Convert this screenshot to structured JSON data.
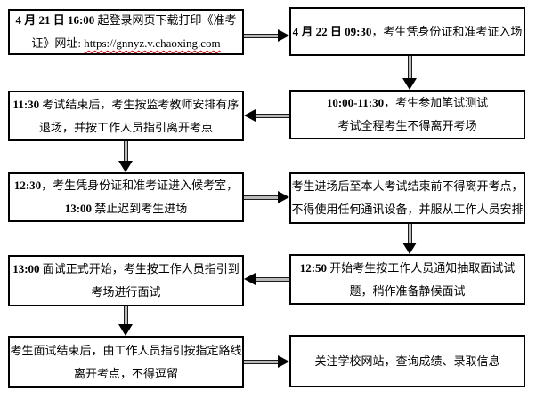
{
  "colors": {
    "background": "#ffffff",
    "box_border": "#000000",
    "text": "#000000",
    "arrow_head": "#000000",
    "arrow_shaft_fill": "#b9b9b9",
    "url_squiggle": "#d40000"
  },
  "flowchart": {
    "boxes": [
      {
        "name": "download-print-admission-ticket",
        "lines": [
          [
            {
              "t": "4 月 21 日 16:00",
              "b": true
            },
            {
              "t": " 起登录网页下载打印《准考",
              "b": false
            }
          ],
          [
            {
              "t": "证》网址: ",
              "b": false
            },
            {
              "t": "https://gnnyz.v.chaoxing.com",
              "b": false,
              "u": true
            }
          ]
        ]
      },
      {
        "name": "entry-with-id-and-ticket",
        "lines": [
          [
            {
              "t": "4 月 22 日 09:30",
              "b": true
            },
            {
              "t": "，考生凭身份证和准考证入场",
              "b": false
            }
          ]
        ]
      },
      {
        "name": "exam-end-orderly-exit",
        "lines": [
          [
            {
              "t": "11:30",
              "b": true
            },
            {
              "t": " 考试结束后，考生按监考教师安排有序",
              "b": false
            }
          ],
          [
            {
              "t": "退场，并按工作人员指引离开考点",
              "b": false
            }
          ]
        ]
      },
      {
        "name": "written-test",
        "lines": [
          [
            {
              "t": "10:00-11:30",
              "b": true
            },
            {
              "t": "，考生参加笔试测试",
              "b": false
            }
          ],
          [
            {
              "t": "考试全程考生不得离开考场",
              "b": false
            }
          ]
        ]
      },
      {
        "name": "enter-waiting-room",
        "lines": [
          [
            {
              "t": "12:30",
              "b": true
            },
            {
              "t": "，考生凭身份证和准考证进入候考室，",
              "b": false
            }
          ],
          [
            {
              "t": "13:00",
              "b": true
            },
            {
              "t": " 禁止迟到考生进场",
              "b": false
            }
          ]
        ]
      },
      {
        "name": "no-leaving-no-devices",
        "lines": [
          [
            {
              "t": "考生进场后至本人考试结束前不得离开考点，",
              "b": false
            }
          ],
          [
            {
              "t": "不得使用任何通讯设备，并服从工作人员安排",
              "b": false
            }
          ]
        ]
      },
      {
        "name": "interview-start",
        "lines": [
          [
            {
              "t": "13:00",
              "b": true
            },
            {
              "t": " 面试正式开始，考生按工作人员指引到",
              "b": false
            }
          ],
          [
            {
              "t": "考场进行面试",
              "b": false
            }
          ]
        ]
      },
      {
        "name": "draw-interview-question",
        "lines": [
          [
            {
              "t": "12:50",
              "b": true
            },
            {
              "t": " 开始考生按工作人员通知抽取面试试",
              "b": false
            }
          ],
          [
            {
              "t": "题，稍作准备静候面试",
              "b": false
            }
          ]
        ]
      },
      {
        "name": "leave-after-interview",
        "lines": [
          [
            {
              "t": "考生面试结束后，由工作人员指引按指定路线",
              "b": false
            }
          ],
          [
            {
              "t": "离开考点，不得逗留",
              "b": false
            }
          ]
        ]
      },
      {
        "name": "check-school-website",
        "lines": [
          [
            {
              "t": "关注学校网站，查询成绩、录取信息",
              "b": false
            }
          ]
        ]
      }
    ],
    "connections": [
      {
        "from": 1,
        "to": 2,
        "direction": "right"
      },
      {
        "from": 2,
        "to": 4,
        "direction": "down"
      },
      {
        "from": 4,
        "to": 3,
        "direction": "left"
      },
      {
        "from": 3,
        "to": 5,
        "direction": "down"
      },
      {
        "from": 5,
        "to": 6,
        "direction": "right"
      },
      {
        "from": 6,
        "to": 8,
        "direction": "down"
      },
      {
        "from": 8,
        "to": 7,
        "direction": "left"
      },
      {
        "from": 7,
        "to": 9,
        "direction": "down"
      },
      {
        "from": 9,
        "to": 10,
        "direction": "right"
      }
    ]
  }
}
